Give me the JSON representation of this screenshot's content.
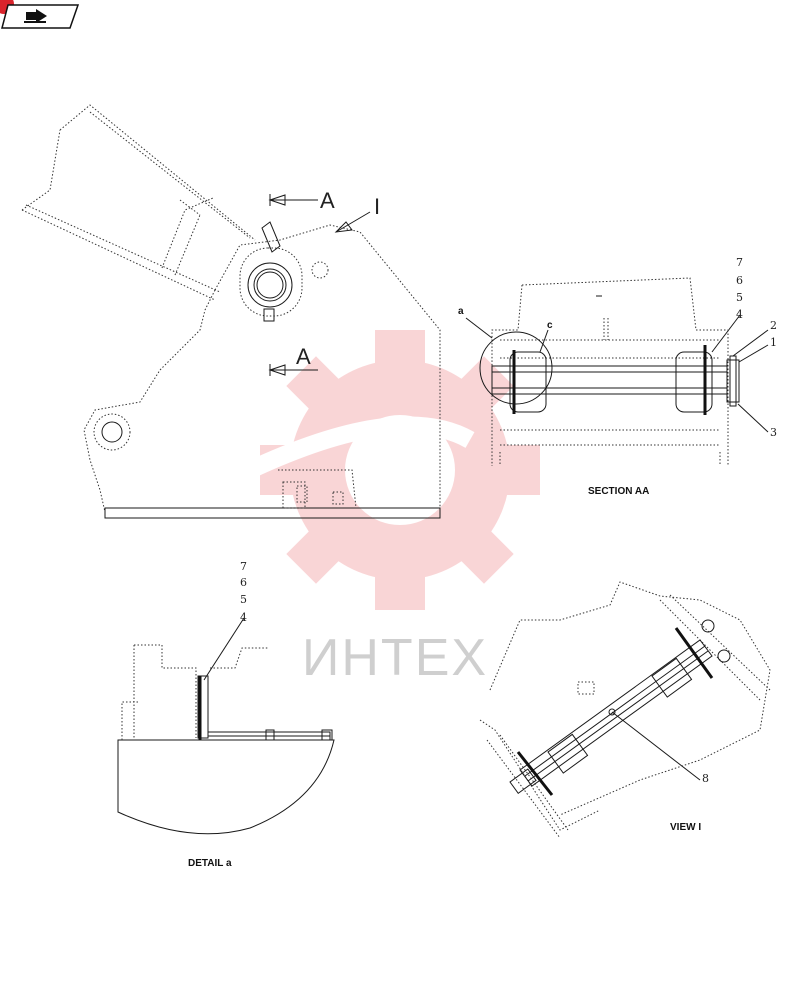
{
  "toolbar": {
    "nav_icon": "page-arrow-icon"
  },
  "labels": {
    "section_aa": "SECTION AA",
    "detail_a": "DETAIL a",
    "view_i": "VIEW I",
    "arrow_a": "A",
    "arrow_i": "I",
    "ref_a": "a",
    "ref_c": "c"
  },
  "callouts_section": [
    "7",
    "6",
    "5",
    "4",
    "2",
    "1",
    "3"
  ],
  "callouts_detail": [
    "7",
    "6",
    "5",
    "4"
  ],
  "callout_view": "8",
  "watermark": {
    "text": "ИНТЕХ",
    "color": "#e8454a"
  }
}
